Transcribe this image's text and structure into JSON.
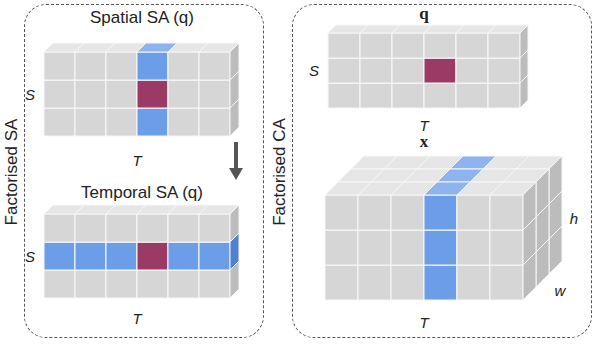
{
  "diagram": {
    "nodes": [
      {
        "text": [
          "Factorised SA"
        ]
      },
      {
        "text": [
          "Spatial SA (q)",
          "S",
          "T"
        ],
        "in": 0
      },
      {
        "text": [
          "Temporal SA (q)",
          "S",
          "T"
        ],
        "in": 0
      },
      {
        "text": [
          "Factorised CA"
        ]
      },
      {
        "text": [
          "q",
          "S",
          "T"
        ],
        "in": 3
      },
      {
        "text": [
          "x",
          "h",
          "w",
          "T"
        ],
        "in": 3
      }
    ],
    "edges": [
      {
        "from": 1,
        "to": 2,
        "arrow": "to"
      }
    ]
  }
}
